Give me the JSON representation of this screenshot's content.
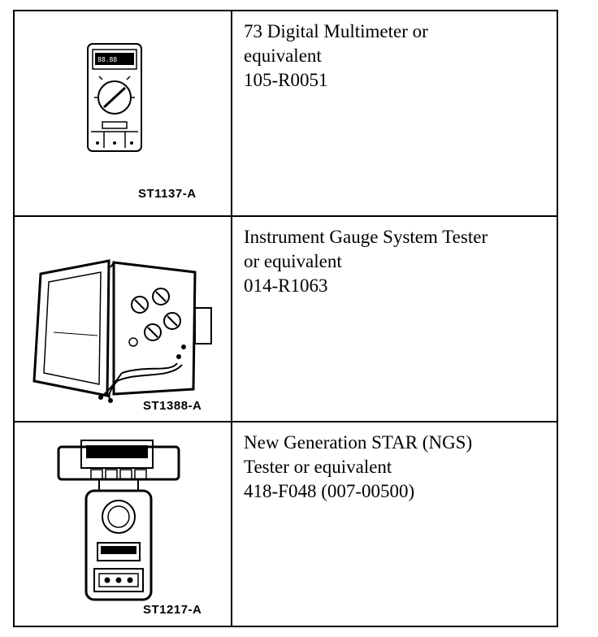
{
  "tools": [
    {
      "figure_code": "ST1137-A",
      "description_lines": [
        "73 Digital Multimeter or",
        "equivalent",
        "105-R0051"
      ],
      "illustration": "digital-multimeter"
    },
    {
      "figure_code": "ST1388-A",
      "description_lines": [
        "Instrument Gauge System Tester",
        "or equivalent",
        "014-R1063"
      ],
      "illustration": "gauge-system-tester"
    },
    {
      "figure_code": "ST1217-A",
      "description_lines": [
        "New Generation STAR (NGS)",
        "Tester or equivalent",
        "418-F048 (007-00500)"
      ],
      "illustration": "ngs-tester"
    }
  ]
}
